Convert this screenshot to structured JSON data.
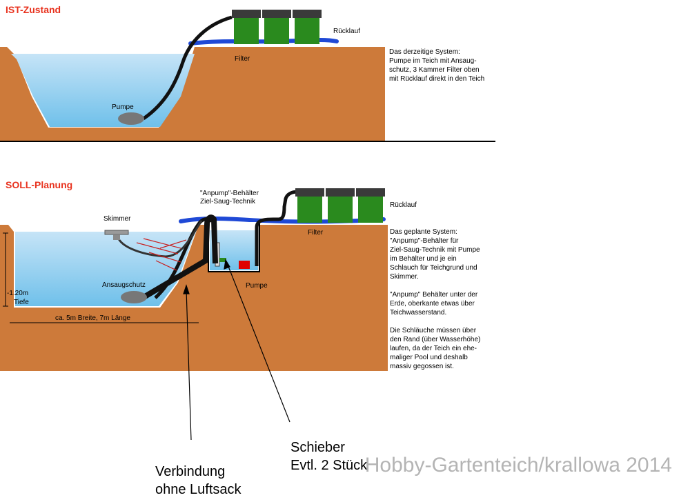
{
  "ist": {
    "title": "IST-Zustand",
    "filter_label": "Filter",
    "ruecklauf_label": "Rücklauf",
    "pumpe_label": "Pumpe",
    "description": [
      "Das derzeitige System:",
      "Pumpe im Teich mit Ansaug-",
      "schutz, 3 Kammer Filter oben",
      "mit Rücklauf direkt in den Teich"
    ]
  },
  "soll": {
    "title": "SOLL-Planung",
    "anpump_label": [
      "\"Anpump\"-Behälter",
      "Ziel-Saug-Technik"
    ],
    "ruecklauf_label": "Rücklauf",
    "filter_label": "Filter",
    "skimmer_label": "Skimmer",
    "ansaugschutz_label": "Ansaugschutz",
    "pumpe_label": "Pumpe",
    "depth_label": [
      "-1.20m",
      "Tiefe"
    ],
    "width_label": "ca. 5m Breite, 7m Länge",
    "description": [
      "Das geplante System:",
      "\"Anpump\"-Behälter für",
      "Ziel-Saug-Technik mit Pumpe",
      "im Behälter und je ein",
      "Schlauch für Teichgrund und",
      "Skimmer.",
      "",
      "\"Anpump\" Behälter unter der",
      "Erde, oberkante etwas über",
      "Teichwasserstand.",
      "",
      "Die Schläuche müssen über",
      "den Rand (über Wasserhöhe)",
      "laufen, da der Teich ein ehe-",
      "maliger Pool und deshalb",
      "massiv gegossen ist."
    ]
  },
  "annotations": {
    "schieber": [
      "Schieber",
      "Evtl. 2 Stück"
    ],
    "verbindung": [
      "Verbindung",
      "ohne Luftsack"
    ]
  },
  "watermark": "Hobby-Gartenteich/krallowa 2014",
  "colors": {
    "earth": "#cd7a3a",
    "water_top": "#c6e4f7",
    "water_bottom": "#6fc0ea",
    "filter_green": "#2a8a1e",
    "filter_lid": "#3a3a3a",
    "hose_blue": "#1f49d6",
    "title_red": "#e8321e"
  }
}
